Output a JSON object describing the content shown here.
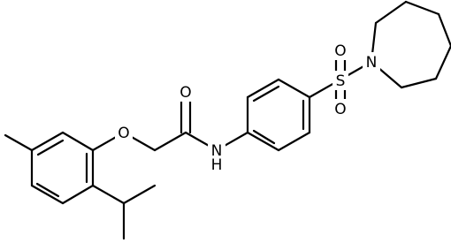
{
  "molecule": {
    "atoms": {
      "ether_oxygen": "O",
      "carbonyl_oxygen": "O",
      "amide_nitrogen": "N",
      "amide_hydrogen": "H",
      "sulfur": "S",
      "sulfonyl_oxygen_top": "O",
      "sulfonyl_oxygen_bottom": "O",
      "azepane_nitrogen": "N"
    }
  }
}
